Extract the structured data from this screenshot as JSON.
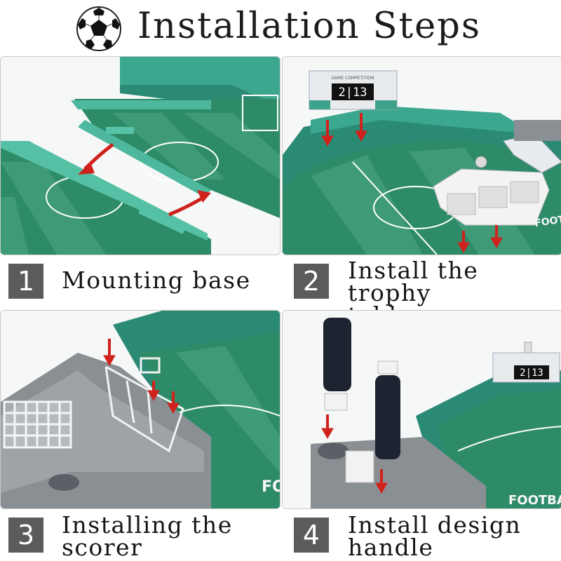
{
  "header": {
    "title": "Installation Steps",
    "icon": "soccer-ball-icon"
  },
  "steps": [
    {
      "number": "1",
      "label_lines": [
        "Mounting base"
      ]
    },
    {
      "number": "2",
      "label_lines": [
        "Install the trophy",
        "table"
      ]
    },
    {
      "number": "3",
      "label_lines": [
        "Installing the",
        "scorer"
      ]
    },
    {
      "number": "4",
      "label_lines": [
        "Install design",
        "handle"
      ]
    }
  ],
  "illustrations": {
    "scoreboard_text": "2|13",
    "scoreboard_caption": "GAME COMPETITION",
    "board_logo": "FOOTBA",
    "board_logo_short": "FO"
  },
  "colors": {
    "field_green": "#2e8b68",
    "field_stripe": "#3f9a78",
    "rail_teal": "#3ca78f",
    "arrow_red": "#d0221c",
    "step_box": "#5b5b5b",
    "goal_gray": "#8a8f94"
  }
}
